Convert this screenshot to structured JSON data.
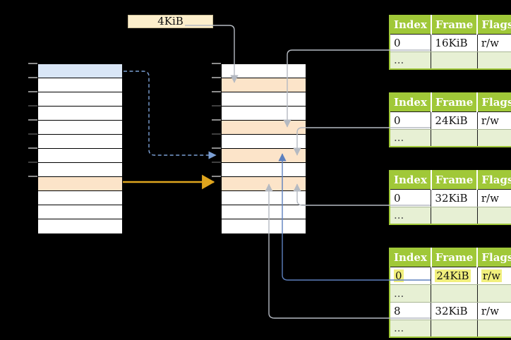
{
  "canvas": {
    "background": "#000000"
  },
  "page_size_label": {
    "text": "4KiB"
  },
  "colors": {
    "row_blue": "#d9e6f6",
    "row_orange": "#fce4c9",
    "label_bg": "#fceecb",
    "label_border": "#c9bc96",
    "table_header_green": "#a0c838",
    "table_row_green": "#e7f0d4",
    "highlight_yellow": "#f1ef7d",
    "arrow_gray": "#b5bac2",
    "arrow_blue": "#5d80be",
    "arrow_dashed_blue": "#7b9fd4",
    "arrow_gold": "#dfa51e"
  },
  "virtual_memory_column": {
    "rows": [
      "blue",
      "white",
      "white",
      "white",
      "white",
      "white",
      "white",
      "white",
      "orange",
      "white",
      "white",
      "white"
    ]
  },
  "physical_memory_column": {
    "rows": [
      "white",
      "orange",
      "white",
      "white",
      "orange",
      "white",
      "orange",
      "white",
      "orange",
      "white",
      "white",
      "white"
    ]
  },
  "page_tables": [
    {
      "headers": [
        "Index",
        "Frame",
        "Flags"
      ],
      "rows": [
        {
          "cells": [
            "0",
            "16KiB",
            "r/w"
          ],
          "shaded": false,
          "highlighted": false
        },
        {
          "cells": [
            "...",
            "",
            ""
          ],
          "shaded": true,
          "highlighted": false
        }
      ]
    },
    {
      "headers": [
        "Index",
        "Frame",
        "Flags"
      ],
      "rows": [
        {
          "cells": [
            "0",
            "24KiB",
            "r/w"
          ],
          "shaded": false,
          "highlighted": false
        },
        {
          "cells": [
            "...",
            "",
            ""
          ],
          "shaded": true,
          "highlighted": false
        }
      ]
    },
    {
      "headers": [
        "Index",
        "Frame",
        "Flags"
      ],
      "rows": [
        {
          "cells": [
            "0",
            "32KiB",
            "r/w"
          ],
          "shaded": false,
          "highlighted": false
        },
        {
          "cells": [
            "...",
            "",
            ""
          ],
          "shaded": true,
          "highlighted": false
        }
      ]
    },
    {
      "headers": [
        "Index",
        "Frame",
        "Flags"
      ],
      "rows": [
        {
          "cells": [
            "0",
            "24KiB",
            "r/w"
          ],
          "shaded": false,
          "highlighted": true
        },
        {
          "cells": [
            "...",
            "",
            ""
          ],
          "shaded": true,
          "highlighted": false
        },
        {
          "cells": [
            "8",
            "32KiB",
            "r/w"
          ],
          "shaded": false,
          "highlighted": false
        },
        {
          "cells": [
            "...",
            "",
            ""
          ],
          "shaded": true,
          "highlighted": false
        }
      ]
    }
  ]
}
